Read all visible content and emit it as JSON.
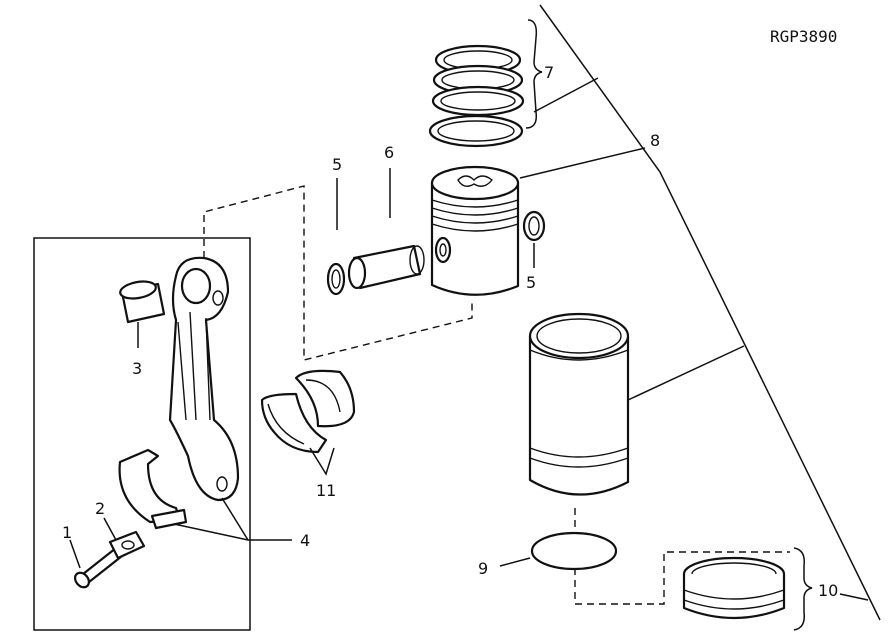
{
  "figure": {
    "code": "RGP3890",
    "callouts": [
      {
        "id": "c1",
        "text": "1"
      },
      {
        "id": "c2",
        "text": "2"
      },
      {
        "id": "c3",
        "text": "3"
      },
      {
        "id": "c4",
        "text": "4"
      },
      {
        "id": "c5a",
        "text": "5"
      },
      {
        "id": "c5b",
        "text": "5"
      },
      {
        "id": "c6",
        "text": "6"
      },
      {
        "id": "c7",
        "text": "7"
      },
      {
        "id": "c8",
        "text": "8"
      },
      {
        "id": "c9",
        "text": "9"
      },
      {
        "id": "c10",
        "text": "10"
      },
      {
        "id": "c11",
        "text": "11"
      }
    ]
  }
}
